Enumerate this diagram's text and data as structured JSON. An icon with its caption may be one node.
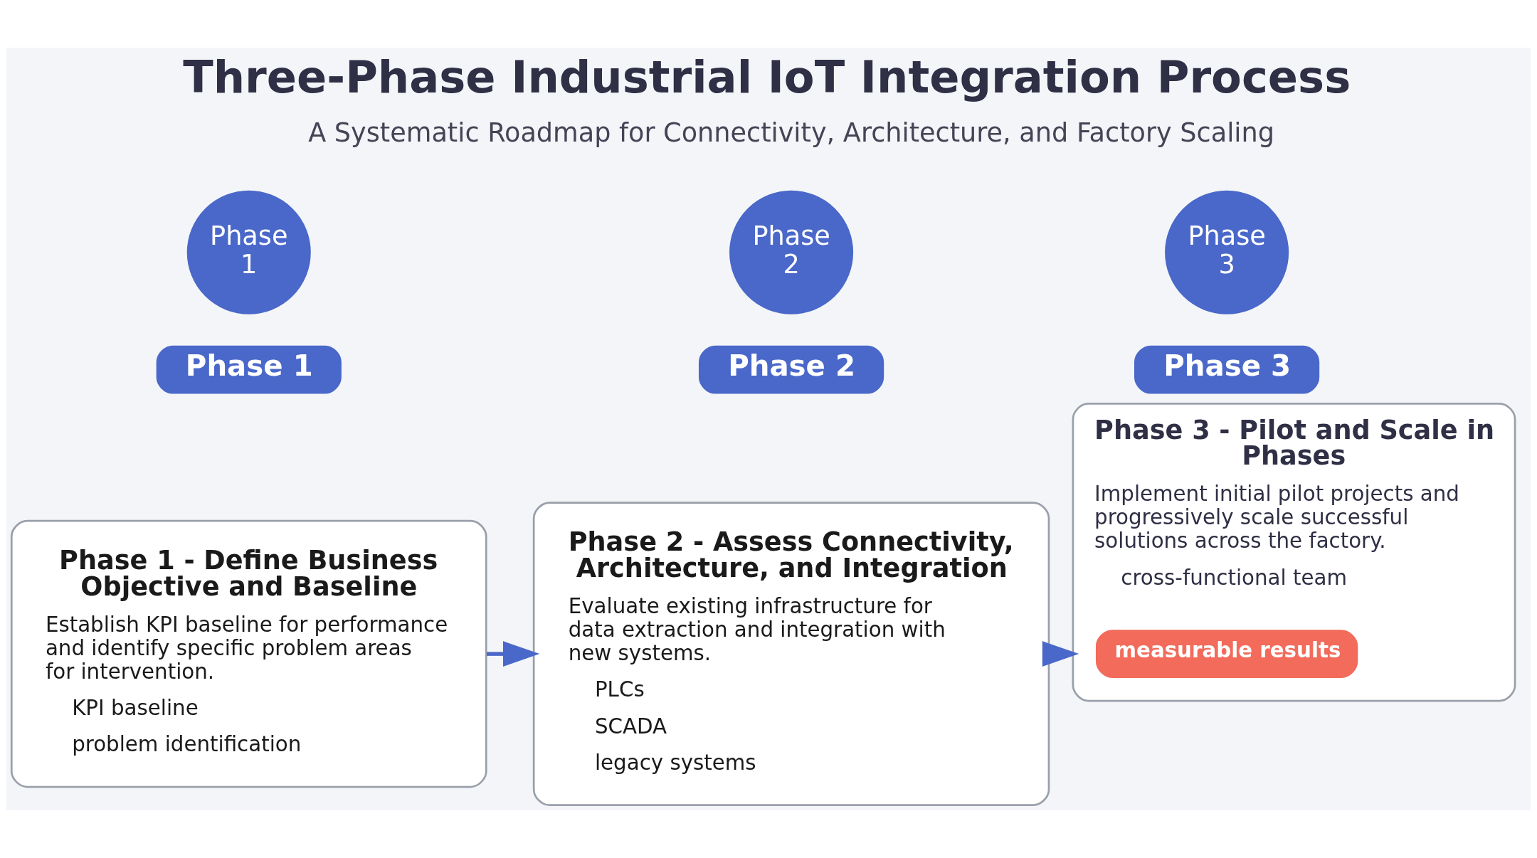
{
  "diagram": {
    "title": "Three-Phase Industrial IoT Integration Process",
    "nodes": [
      {
        "text": [
          "Phase 1"
        ]
      },
      {
        "text": [
          "Phase 1"
        ]
      },
      {
        "text": [
          "Phase 1 - Define Business Objective and Baseline",
          "Establish KPI baseline for performance and identify specific problem areas for intervention.",
          "KPI baseline",
          "problem identification"
        ]
      },
      {
        "text": [
          "Phase 2"
        ]
      },
      {
        "text": [
          "Phase 2"
        ]
      },
      {
        "text": [
          "Phase 2 - Assess Connectivity, Architecture, and Integration",
          "Evaluate existing infrastructure for data extraction and integration with new systems.",
          "PLCs",
          "SCADA",
          "legacy systems"
        ]
      },
      {
        "text": [
          "Phase 3"
        ]
      },
      {
        "text": [
          "Phase 3"
        ]
      },
      {
        "text": [
          "Phase 3 - Pilot and Scale in Phases",
          "Implement initial pilot projects and progressively scale successful solutions across the factory.",
          "cross-functional team"
        ]
      },
      {
        "text": [
          "measurable results"
        ],
        "in": 8
      }
    ],
    "edges": [
      {
        "from": 2,
        "to": 5,
        "arrow": "to"
      },
      {
        "from": 5,
        "to": 8,
        "arrow": "to"
      }
    ],
    "labels": [
      "A Systematic Roadmap for Connectivity, Architecture, and Factory Scaling"
    ]
  }
}
